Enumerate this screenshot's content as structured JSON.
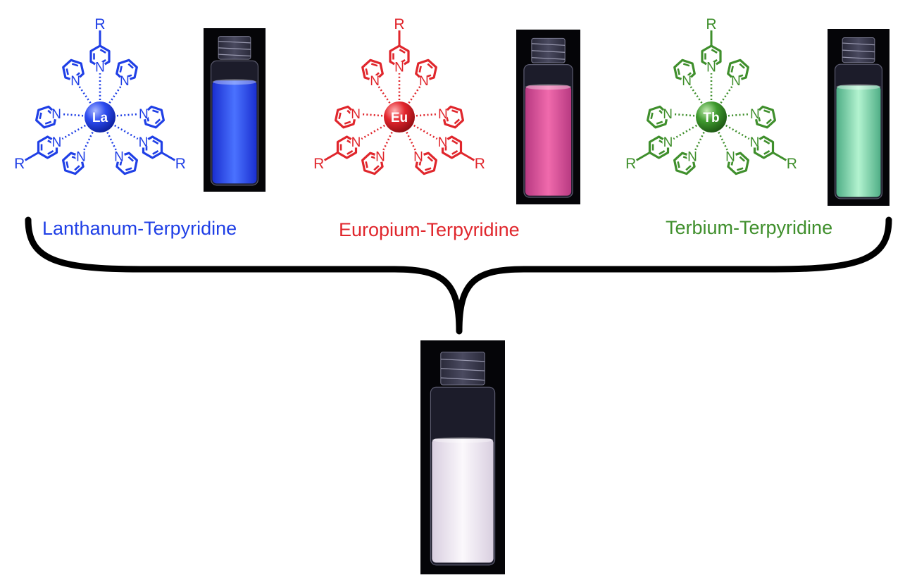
{
  "colors": {
    "la": "#1f3fe6",
    "eu": "#e0262c",
    "tb": "#3f8f2c",
    "brace": "#000000",
    "la_glow": "#3a5cff",
    "eu_glow": "#e2559a",
    "tb_glow": "#8fe3b8",
    "mix_glow": "#f4eef6"
  },
  "complexes": [
    {
      "key": "la",
      "metal": "La",
      "substituent": "R",
      "donor": "N",
      "caption": "Lanthanum-Terpyridine",
      "color": "#1f3fe6",
      "vial_icon": "blue-glowing-vial"
    },
    {
      "key": "eu",
      "metal": "Eu",
      "substituent": "R",
      "donor": "N",
      "caption": "Europium-Terpyridine",
      "color": "#e0262c",
      "vial_icon": "pink-glowing-vial"
    },
    {
      "key": "tb",
      "metal": "Tb",
      "substituent": "R",
      "donor": "N",
      "caption": "Terbium-Terpyridine",
      "color": "#3f8f2c",
      "vial_icon": "green-glowing-vial"
    }
  ],
  "combined_vial_icon": "white-glowing-vial"
}
